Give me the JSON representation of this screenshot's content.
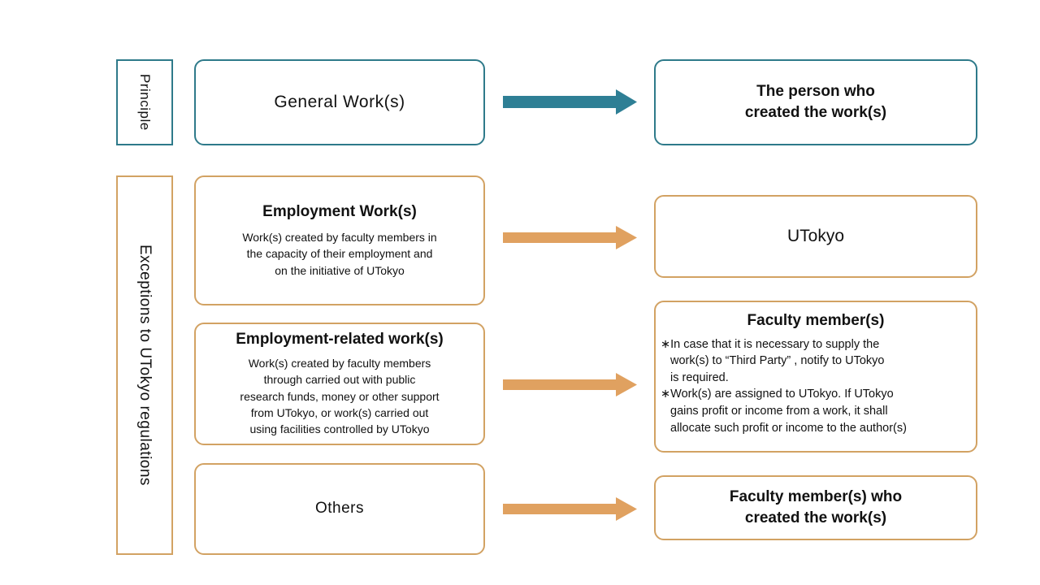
{
  "diagram": {
    "colors": {
      "teal": "#2E7A8A",
      "teal_arrow": "#2E7F95",
      "orange": "#D2A263",
      "orange_arrow": "#E0A160",
      "text": "#111111",
      "background": "#FFFFFF"
    },
    "sections": [
      {
        "id": "principle",
        "label": "Principle",
        "accent": "#2E7A8A"
      },
      {
        "id": "exceptions",
        "label": "Exceptions to UTokyo regulations",
        "accent": "#D2A263"
      }
    ],
    "rows": [
      {
        "id": "general-works",
        "accent": "teal",
        "left": {
          "title": "General Work(s)",
          "body": []
        },
        "arrow": "arrow-right-teal",
        "right": {
          "title_lines": [
            "The person who",
            "created the work(s)"
          ],
          "notes": []
        }
      },
      {
        "id": "employment-works",
        "accent": "orange",
        "left": {
          "title": "Employment Work(s)",
          "body": [
            "Work(s) created by faculty members in",
            "the capacity of their employment and",
            "on the initiative of UTokyo"
          ]
        },
        "arrow": "arrow-right-orange",
        "right": {
          "title_lines": [
            "UTokyo"
          ],
          "notes": []
        }
      },
      {
        "id": "employment-related-works",
        "accent": "orange",
        "left": {
          "title": "Employment-related work(s)",
          "body": [
            "Work(s) created by faculty members",
            "through carried out with public",
            "research funds, money or other support",
            "from UTokyo, or work(s) carried out",
            "using facilities controlled by UTokyo"
          ]
        },
        "arrow": "arrow-right-orange",
        "right": {
          "title_lines": [
            "Faculty member(s)"
          ],
          "notes": [
            {
              "marker": "∗",
              "lines": [
                "In case that it is necessary to supply the",
                "work(s) to “Third Party” , notify to UTokyo",
                "is required."
              ]
            },
            {
              "marker": "∗",
              "lines": [
                "Work(s) are assigned to UTokyo. If UTokyo",
                "gains profit or income from a work, it shall",
                "allocate such profit or income to the author(s)"
              ]
            }
          ]
        }
      },
      {
        "id": "others",
        "accent": "orange",
        "left": {
          "title": "Others",
          "body": []
        },
        "arrow": "arrow-right-orange",
        "right": {
          "title_lines": [
            "Faculty member(s) who",
            "created the work(s)"
          ],
          "notes": []
        }
      }
    ]
  }
}
